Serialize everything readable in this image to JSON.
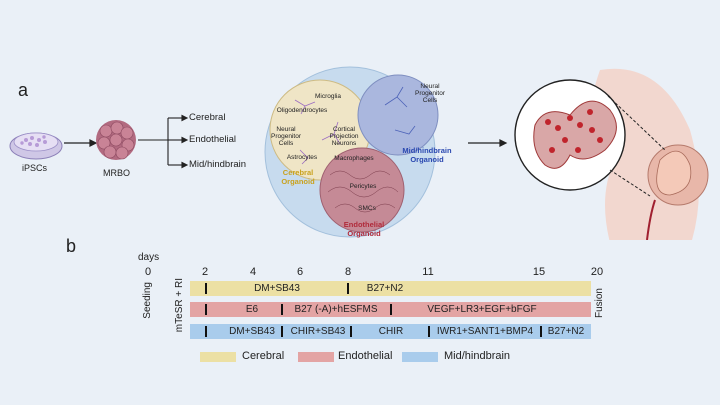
{
  "panel_a": {
    "label": "a",
    "ipscs": "iPSCs",
    "mrbo": "MRBO",
    "branches": [
      "Cerebral",
      "Endothelial",
      "Mid/hindbrain"
    ],
    "cell_labels": {
      "microglia": "Microglia",
      "oligodendrocytes": "Oligodendrocytes",
      "neural_progenitor": "Neural\nProgenitor\nCells",
      "cortical_projection": "Cortical\nProjection\nNeurons",
      "astrocytes": "Astrocytes",
      "macrophages": "Macrophages",
      "neural_progenitor_2": "Neural\nProgenitor\nCells",
      "pericytes": "Pericytes",
      "smcs": "SMCs"
    },
    "organoids": {
      "cerebral": "Cerebral\nOrganoid",
      "midhind": "Mid/hindbrain\nOrganoid",
      "endothelial": "Endothelial\nOrganoid"
    }
  },
  "panel_b": {
    "label": "b",
    "days_label": "days",
    "day_ticks": [
      "0",
      "2",
      "4",
      "6",
      "8",
      "11",
      "15",
      "20"
    ],
    "seeding_label": "Seeding",
    "mtesr_label": "mTeSR + RI",
    "fusion_label": "Fusion",
    "rows": {
      "cerebral": [
        "DM+SB43",
        "B27+N2"
      ],
      "endothelial": [
        "E6",
        "B27 (-A)+hESFMS",
        "VEGF+LR3+EGF+bFGF"
      ],
      "midhind": [
        "DM+SB43",
        "CHIR+SB43",
        "CHIR",
        "IWR1+SANT1+BMP4",
        "B27+N2"
      ]
    },
    "legend": [
      "Cerebral",
      "Endothelial",
      "Mid/hindbrain"
    ]
  },
  "colors": {
    "cerebral": "#ece0a4",
    "endothelial": "#e3a4a4",
    "midhind": "#a9ccec",
    "background": "#eaf0f7"
  }
}
